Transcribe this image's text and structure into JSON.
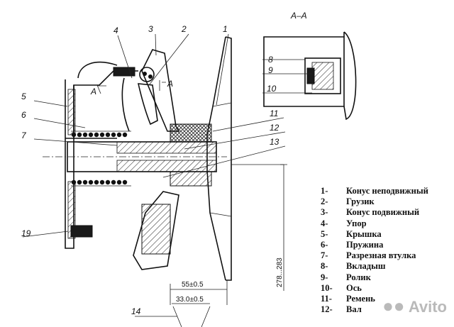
{
  "section_title": "А–А",
  "section_marks": [
    "A",
    "A"
  ],
  "callouts": [
    "1",
    "2",
    "3",
    "4",
    "5",
    "6",
    "7",
    "8",
    "9",
    "10",
    "11",
    "12",
    "13",
    "14",
    "19"
  ],
  "dimensions": {
    "width_55": "55±0.5",
    "width_33": "33.0±0.5",
    "height_278": "278...283"
  },
  "legend": [
    {
      "num": "1-",
      "text": "Конус неподвижный"
    },
    {
      "num": "2-",
      "text": "Грузик"
    },
    {
      "num": "3-",
      "text": "Конус подвижный"
    },
    {
      "num": "4-",
      "text": "Упор"
    },
    {
      "num": "5-",
      "text": "Крышка"
    },
    {
      "num": "6-",
      "text": "Пружина"
    },
    {
      "num": "7-",
      "text": "Разрезная втулка"
    },
    {
      "num": "8-",
      "text": "Вкладыш"
    },
    {
      "num": "9-",
      "text": "Ролик"
    },
    {
      "num": "10-",
      "text": "Ось"
    },
    {
      "num": "11-",
      "text": "Ремень"
    },
    {
      "num": "12-",
      "text": "Вал"
    }
  ],
  "watermark": "Avito"
}
